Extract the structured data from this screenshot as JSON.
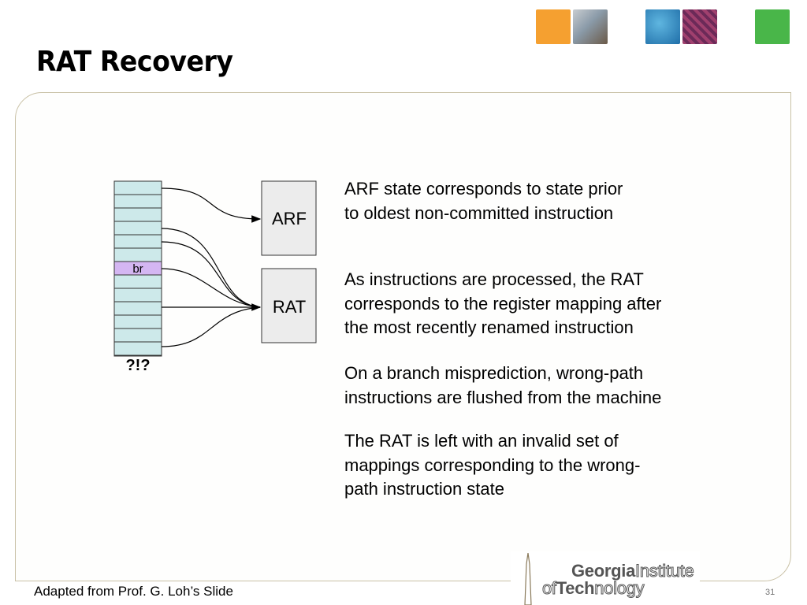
{
  "slide": {
    "title": "RAT Recovery",
    "footer": "Adapted from Prof. G. Loh’s Slide",
    "page_number": "31"
  },
  "header_tiles": {
    "colors": [
      "#f5a030",
      "#8a9aa8",
      "#2b8cc4",
      "#a0406e",
      "#49b649"
    ]
  },
  "diagram": {
    "rob_marker_label": "br",
    "rob_bottom_label": "?!?",
    "arf_label": "ARF",
    "rat_label": "RAT",
    "rob_fill": "#cde9ea",
    "br_fill": "#d4b6f2",
    "box_fill": "#ececec"
  },
  "bullets": [
    "ARF state corresponds to state prior\nto oldest non-committed instruction",
    "As instructions are processed, the RAT\ncorresponds to the register mapping after\nthe most recently renamed instruction",
    "On a branch misprediction, wrong-path\ninstructions are flushed from the machine",
    "The RAT is left with an invalid set of\nmappings corresponding to the wrong-\npath instruction state"
  ],
  "logo": {
    "line1_bold": "Georgia",
    "line1_outline": "Institute",
    "line2_outline_a": "of",
    "line2_bold": "Tech",
    "line2_outline_b": "nology"
  }
}
